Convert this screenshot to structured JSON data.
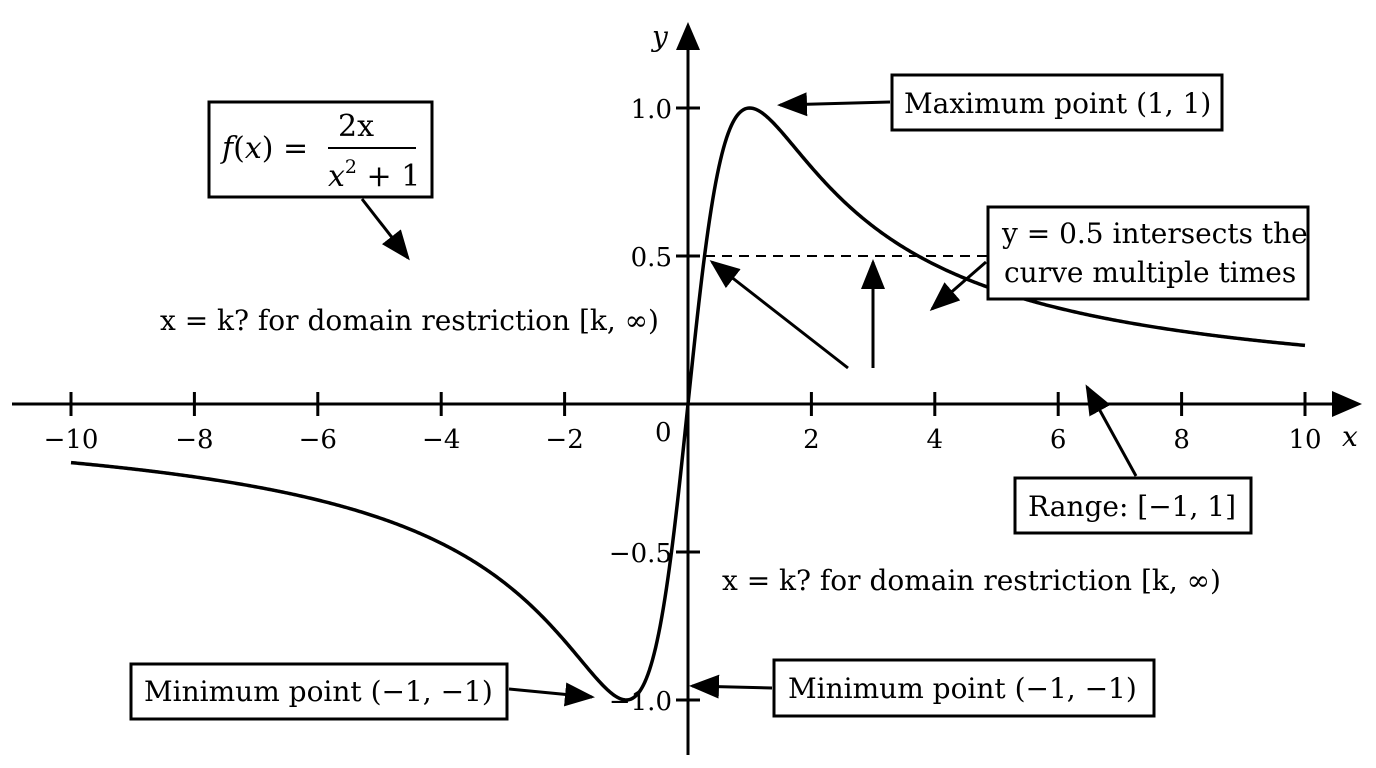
{
  "chart_data": {
    "type": "line",
    "function": "f(x) = 2x / (x^2 + 1)",
    "series": [
      {
        "x": [
          -10,
          -9,
          -8,
          -7,
          -6,
          -5,
          -4,
          -3,
          -2.5,
          -2,
          -1.75,
          -1.5,
          -1.25,
          -1,
          -0.75,
          -0.5,
          -0.25,
          0,
          0.25,
          0.5,
          0.75,
          1,
          1.25,
          1.5,
          1.75,
          2,
          2.5,
          3,
          4,
          5,
          6,
          7,
          8,
          9,
          10
        ],
        "y": [
          -0.198,
          -0.22,
          -0.246,
          -0.28,
          -0.324,
          -0.385,
          -0.471,
          -0.6,
          -0.69,
          -0.8,
          -0.862,
          -0.923,
          -0.976,
          -1,
          -0.96,
          -0.8,
          -0.471,
          0,
          0.471,
          0.8,
          0.96,
          1,
          0.976,
          0.923,
          0.862,
          0.8,
          0.69,
          0.6,
          0.471,
          0.385,
          0.324,
          0.28,
          0.246,
          0.22,
          0.198
        ]
      }
    ],
    "xlim": [
      -10,
      10
    ],
    "ylim": [
      -1.15,
      1.2
    ],
    "xlabel": "x",
    "ylabel": "y",
    "x_ticks": [
      -10,
      -8,
      -6,
      -4,
      -2,
      2,
      4,
      6,
      8,
      10
    ],
    "x_tick_labels": [
      "−10",
      "−8",
      "−6",
      "−4",
      "−2",
      "2",
      "4",
      "6",
      "8",
      "10"
    ],
    "y_ticks": [
      1.0,
      0.5,
      -0.5,
      -1.0
    ],
    "y_tick_labels": [
      "1.0",
      "0.5",
      "−0.5",
      "−1.0"
    ],
    "origin_label": "0",
    "reference_line": {
      "y": 0.5,
      "x_from": 0,
      "x_to": 5,
      "style": "dashed"
    },
    "grid": false,
    "formula_box": {
      "lhs": "f(x) = ",
      "numerator": "2x",
      "denominator_base": "x",
      "denominator_exp": "2",
      "denominator_rest": " + 1"
    },
    "annotations": [
      "Maximum point (1, 1)",
      "y = 0.5 intersects the",
      "curve multiple times",
      "Range: [−1, 1]",
      "Minimum point (−1, −1)",
      "Minimum point (−1, −1)",
      "x = k? for domain restriction [k, ∞)",
      "x = k? for domain restriction [k, ∞)"
    ]
  }
}
